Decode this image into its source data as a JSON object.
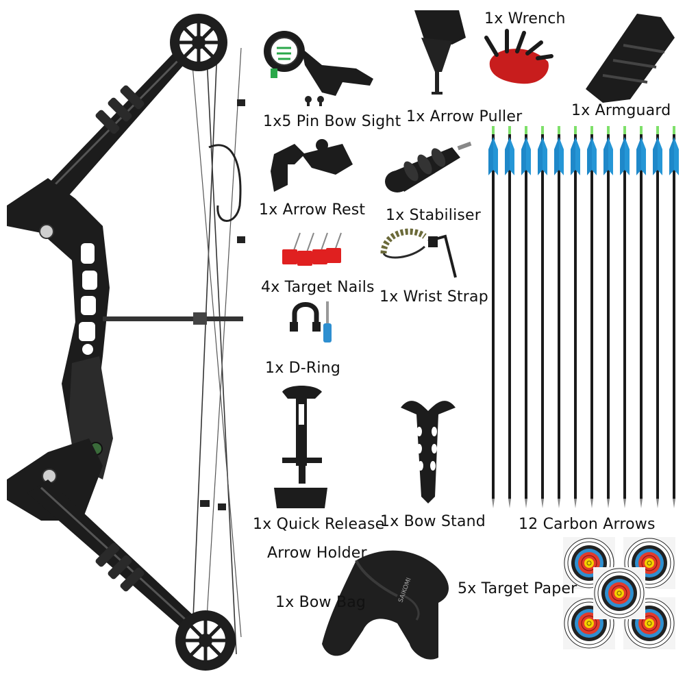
{
  "labels": {
    "bow_sight": "1x5 Pin Bow Sight",
    "arrow_puller": "1x Arrow Puller",
    "wrench": "1x Wrench",
    "armguard": "1x Armguard",
    "arrow_rest": "1x Arrow Rest",
    "stabiliser": "1x Stabiliser",
    "target_nails": "4x Target Nails",
    "wrist_strap": "1x Wrist Strap",
    "d_ring": "1x D-Ring",
    "quick_release_line1": "1x Quick Release",
    "quick_release_line2": "Arrow Holder",
    "bow_stand": "1x Bow Stand",
    "carbon_arrows": "12 Carbon Arrows",
    "bow_bag": "1x Bow Bag",
    "target_paper": "5x Target Paper"
  },
  "colors": {
    "background": "#ffffff",
    "equipment": "#1c1c1c",
    "fletching": "#1e88c9",
    "nock": "#7ee06a",
    "nail_head": "#e02020",
    "target_blue": "#2e8fd0",
    "target_red": "#e23b2b",
    "target_gold": "#f5d000"
  },
  "counts": {
    "arrows": 12,
    "target_papers": 5,
    "target_nails": 4
  }
}
